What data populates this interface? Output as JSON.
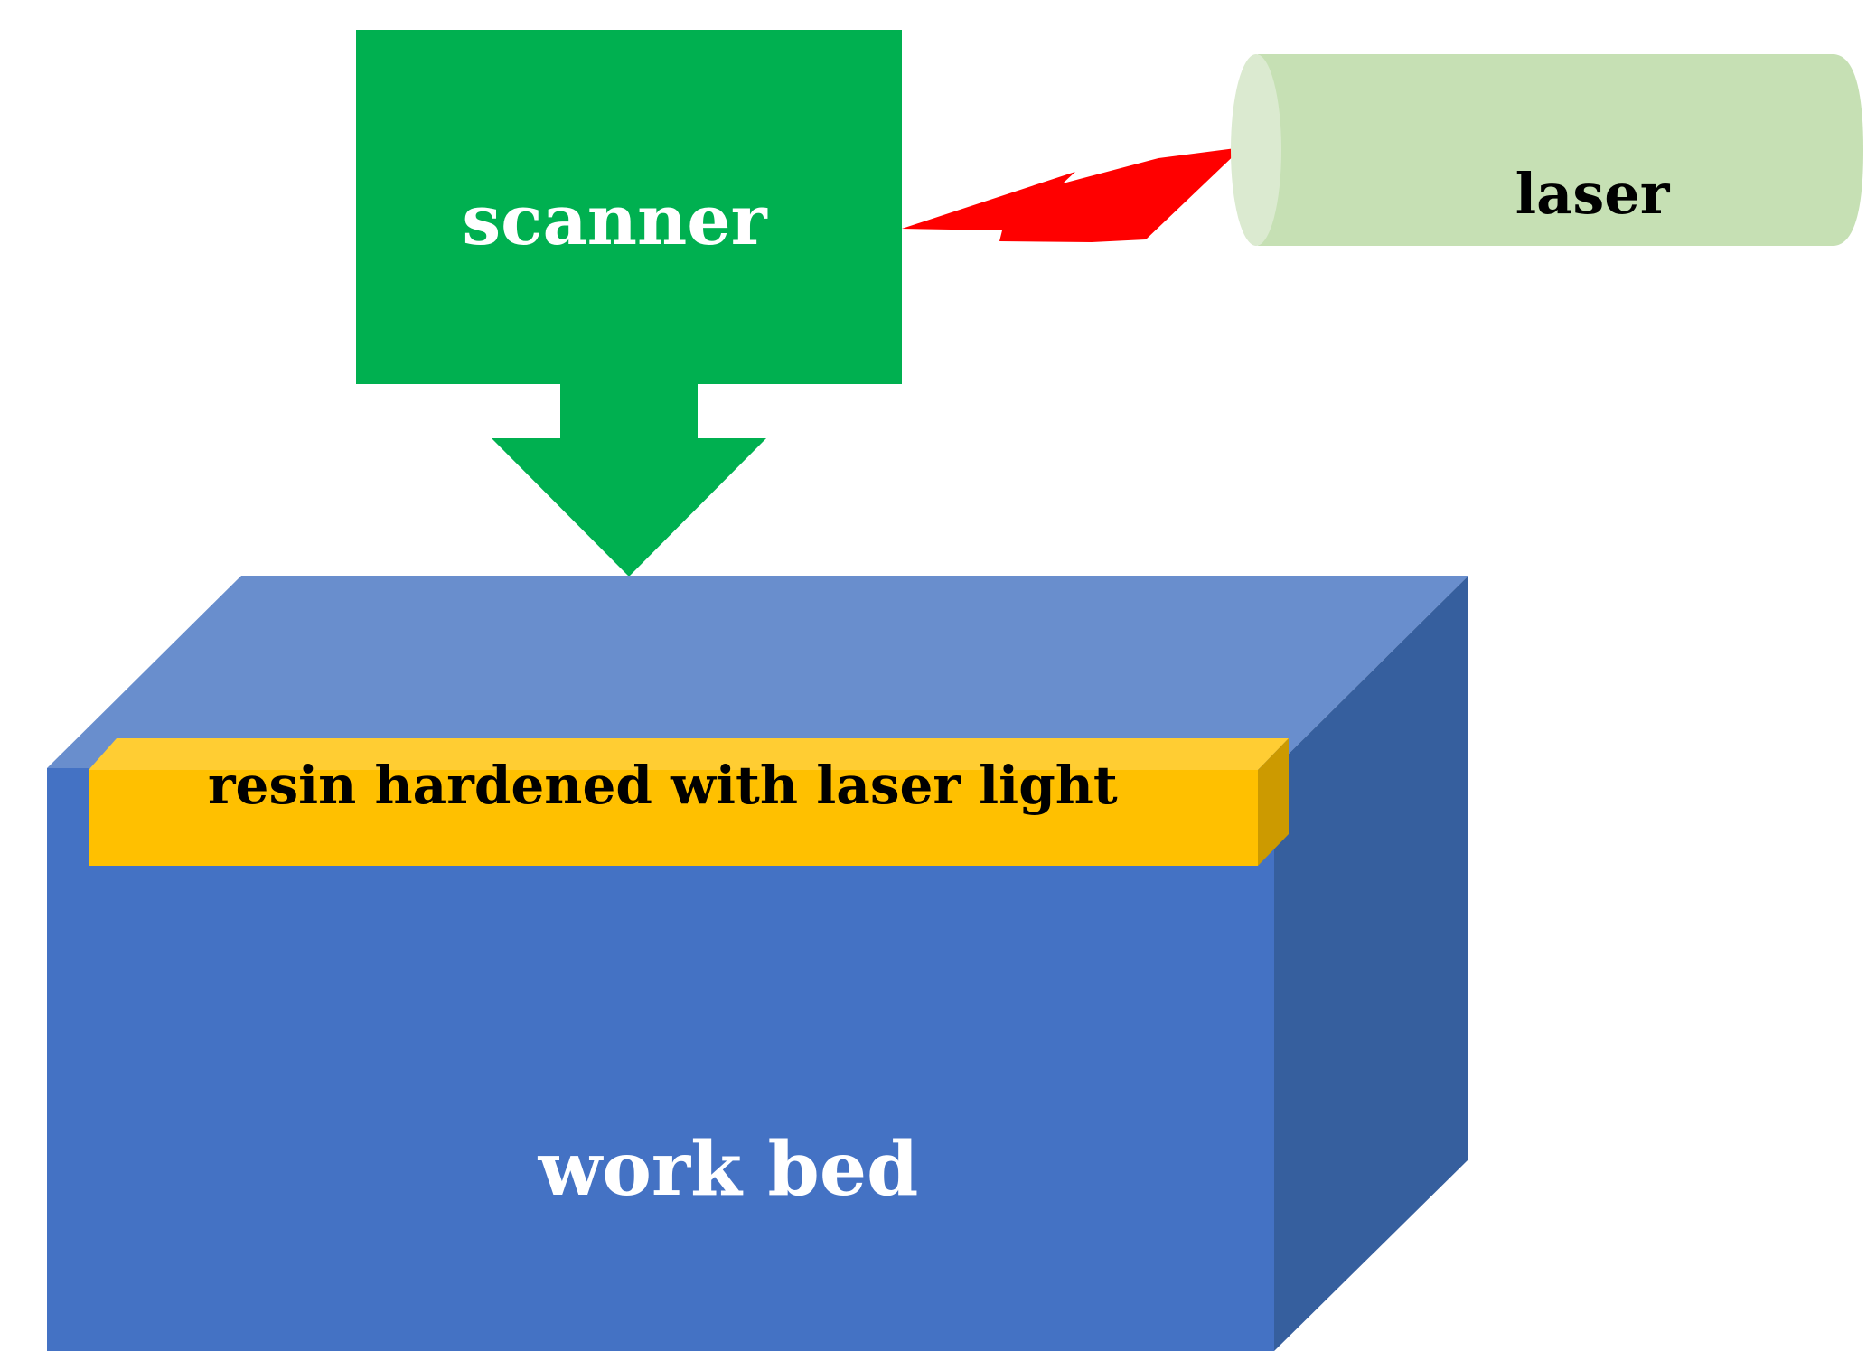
{
  "labels": {
    "scanner": "scanner",
    "laser": "laser",
    "resin": "resin hardened with laser light",
    "work_bed": "work bed"
  },
  "colors": {
    "scanner": "#00b050",
    "laser_body": "#c6e0b4",
    "laser_cap": "#dbead0",
    "beam": "#ff0000",
    "bed_front": "#4472c4",
    "bed_top": "#698ecd",
    "bed_side": "#365f9e",
    "resin_front": "#ffc000",
    "resin_top": "#ffcd33",
    "resin_side": "#cc9a00",
    "text_dark": "#000000",
    "text_light": "#ffffff"
  }
}
